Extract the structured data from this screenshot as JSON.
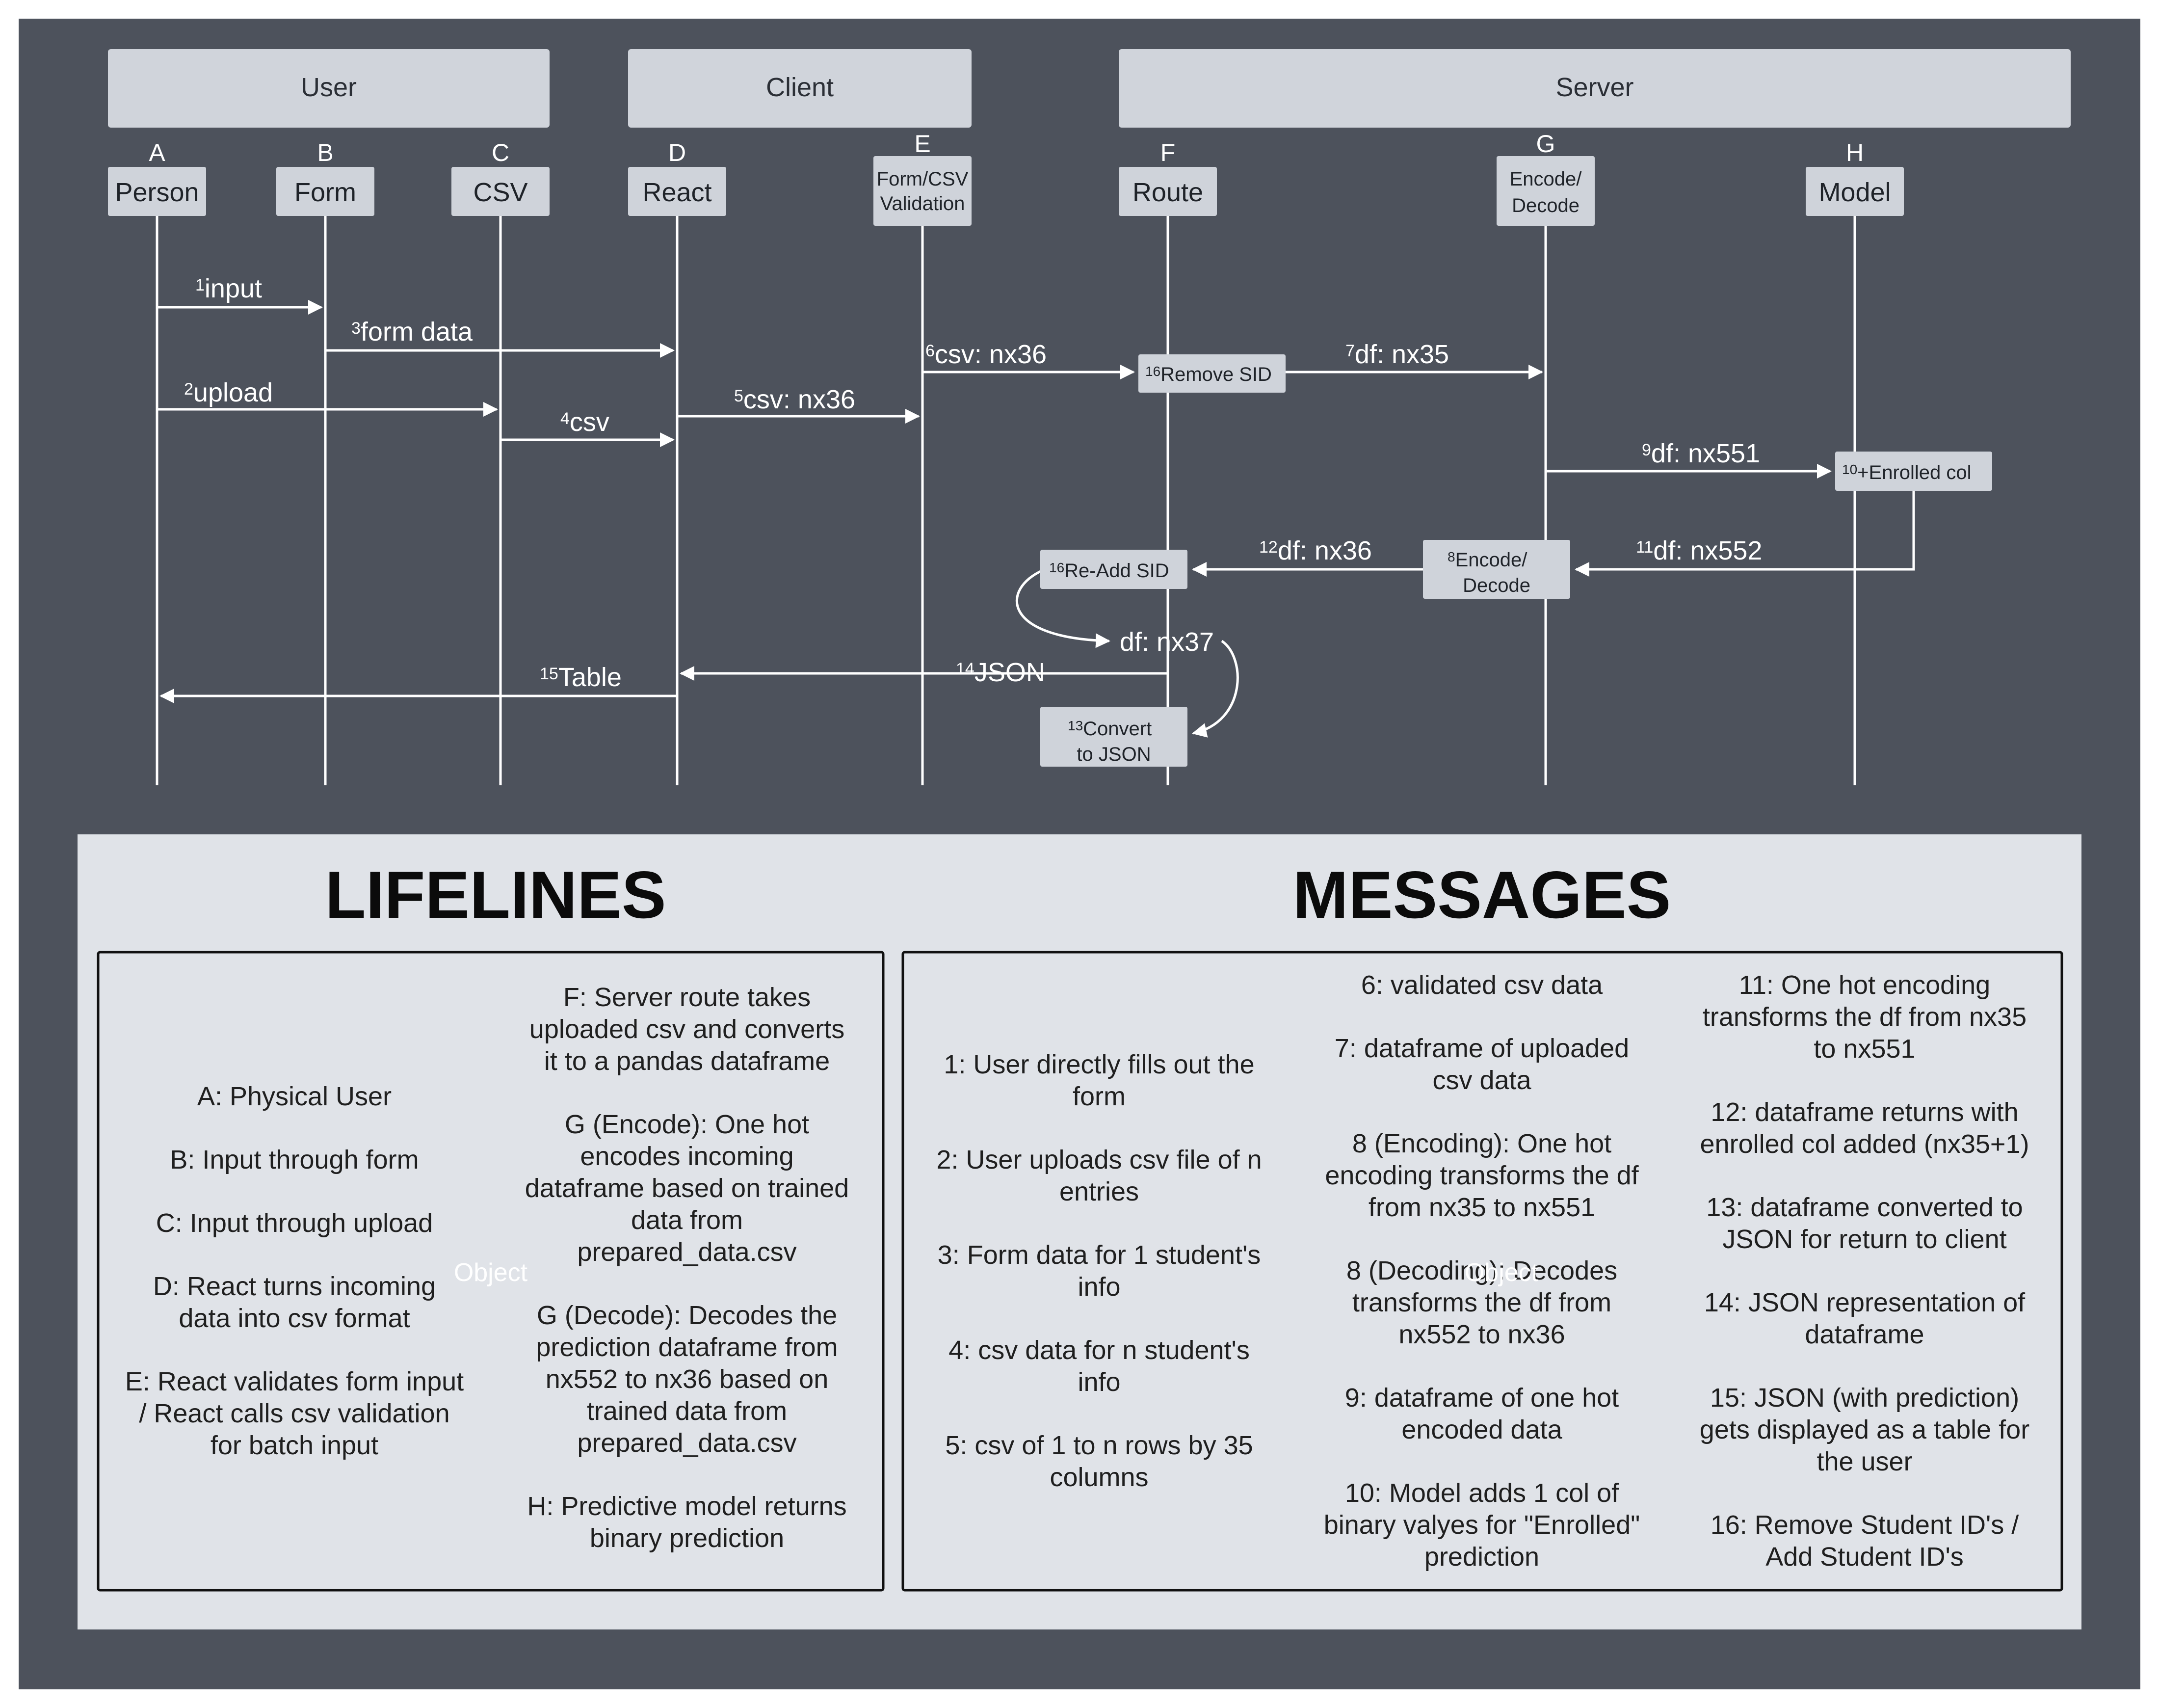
{
  "groups": {
    "user": "User",
    "client": "Client",
    "server": "Server"
  },
  "lifelines": [
    {
      "letter": "A",
      "name": "Person"
    },
    {
      "letter": "B",
      "name": "Form"
    },
    {
      "letter": "C",
      "name": "CSV"
    },
    {
      "letter": "D",
      "name": "React"
    },
    {
      "letter": "E",
      "name_line1": "Form/CSV",
      "name_line2": "Validation"
    },
    {
      "letter": "F",
      "name": "Route"
    },
    {
      "letter": "G",
      "name_line1": "Encode/",
      "name_line2": "Decode"
    },
    {
      "letter": "H",
      "name": "Model"
    }
  ],
  "messages": {
    "m1": {
      "num": "1",
      "text": "input"
    },
    "m2": {
      "num": "2",
      "text": "upload"
    },
    "m3": {
      "num": "3",
      "text": "form data"
    },
    "m4": {
      "num": "4",
      "text": "csv"
    },
    "m5": {
      "num": "5",
      "text": "csv: nx36"
    },
    "m6": {
      "num": "6",
      "text": "csv: nx36"
    },
    "m7": {
      "num": "7",
      "text": "df: nx35"
    },
    "m9": {
      "num": "9",
      "text": "df: nx551"
    },
    "m11": {
      "num": "11",
      "text": "df: nx552"
    },
    "m12": {
      "num": "12",
      "text": "df: nx36"
    },
    "m14": {
      "num": "14",
      "text": "JSON"
    },
    "m15": {
      "num": "15",
      "text": "Table"
    },
    "nx37": {
      "text": "df: nx37"
    }
  },
  "activations": {
    "remove_sid": {
      "num": "16",
      "text": "Remove SID"
    },
    "enrolled_col": {
      "num": "10",
      "text": "+Enrolled col"
    },
    "readd_sid": {
      "num": "16",
      "text": "Re-Add SID"
    },
    "encode_decode": {
      "num": "8",
      "line1": "Encode/",
      "line2": "Decode"
    },
    "convert_json": {
      "num": "13",
      "line1": "Convert",
      "line2": "to JSON"
    }
  },
  "legend": {
    "lifelines_title": "LIFELINES",
    "messages_title": "MESSAGES",
    "ghost_object_1": "Object",
    "ghost_object_2": "Object",
    "lifelines_col1": [
      [
        "A:  Physical User"
      ],
      [
        "B: Input through form"
      ],
      [
        "C: Input through upload"
      ],
      [
        "D: React turns incoming",
        "data into csv format"
      ],
      [
        "E: React validates form input",
        "/ React calls csv validation",
        "for batch input"
      ]
    ],
    "lifelines_col2": [
      [
        "F:  Server route takes",
        "uploaded csv and converts",
        "it to a pandas dataframe"
      ],
      [
        "G (Encode): One hot",
        "encodes incoming",
        "dataframe based on trained",
        "data from",
        "prepared_data.csv"
      ],
      [
        "G (Decode): Decodes the",
        "prediction dataframe from",
        "nx552 to nx36 based on",
        "trained data from",
        "prepared_data.csv"
      ],
      [
        "H: Predictive model returns",
        "binary prediction"
      ]
    ],
    "messages_col1": [
      [
        "1:  User directly fills out the",
        "form"
      ],
      [
        "2: User uploads csv file of n",
        "entries"
      ],
      [
        "3: Form data for 1 student's",
        "info"
      ],
      [
        "4: csv data for n student's",
        "info"
      ],
      [
        "5: csv of 1 to n rows by 35",
        "columns"
      ]
    ],
    "messages_col2": [
      [
        "6: validated csv data"
      ],
      [
        "7:  dataframe of uploaded",
        "csv data"
      ],
      [
        "8 (Encoding): One hot",
        "encoding transforms the df",
        "from nx35 to nx551"
      ],
      [
        "8 (Decoding): Decodes",
        "transforms the df from",
        "nx552 to nx36"
      ],
      [
        "9: dataframe of one hot",
        "encoded data"
      ],
      [
        "10: Model adds 1 col of",
        "binary valyes for \"Enrolled\"",
        "prediction"
      ]
    ],
    "messages_col3": [
      [
        "11: One hot encoding",
        "transforms the df from nx35",
        "to nx551"
      ],
      [
        "12: dataframe returns with",
        "enrolled col added (nx35+1)"
      ],
      [
        "13: dataframe converted to",
        "JSON for return to client"
      ],
      [
        "14: JSON representation of",
        "dataframe"
      ],
      [
        "15: JSON (with prediction)",
        "gets displayed as a table for",
        "the user"
      ],
      [
        "16: Remove Student ID's /",
        "Add Student ID's"
      ]
    ]
  },
  "colors": {
    "background": "#4d525c",
    "header_box": "#d0d4db",
    "lifeline_box": "#cfd3da",
    "legend_panel": "#e0e3e8",
    "line": "#ffffff"
  }
}
